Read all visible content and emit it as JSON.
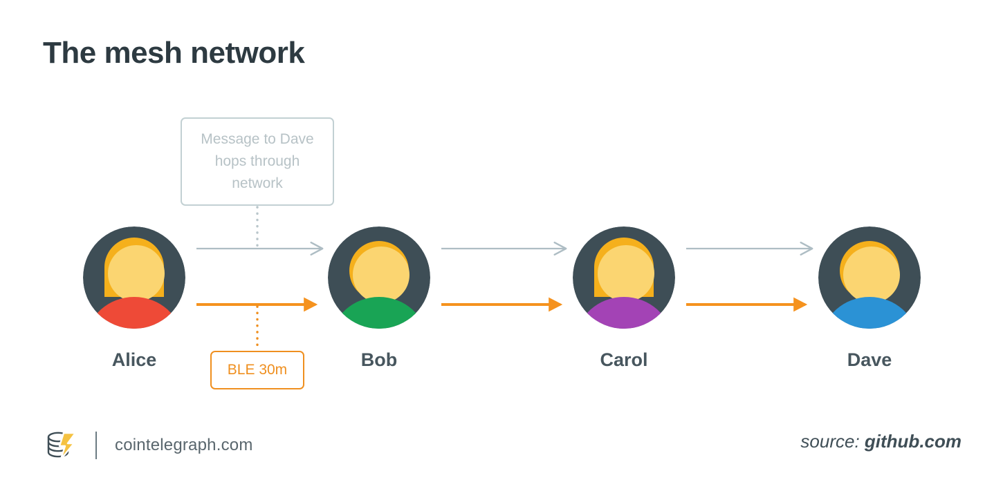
{
  "title": "The mesh network",
  "colors": {
    "title": "#2d3a41",
    "avatar_bg": "#3e4e56",
    "hair": "#f5b01c",
    "face": "#fbd571",
    "gray_arrow": "#aebdc4",
    "orange_arrow": "#f5921e",
    "callout_gray_border": "#c2d0d3",
    "callout_gray_text": "#b7c2c6",
    "callout_orange": "#ef8f1f",
    "label_text": "#47565e",
    "footer_text": "#59666d",
    "logo_bolt": "#f5c242"
  },
  "callouts": {
    "message": "Message to Dave hops through network",
    "ble": "BLE 30m"
  },
  "nodes": [
    {
      "id": "alice",
      "label": "Alice",
      "hair_style": "long",
      "shoulder_color": "#ee4a37"
    },
    {
      "id": "bob",
      "label": "Bob",
      "hair_style": "short",
      "shoulder_color": "#19a455"
    },
    {
      "id": "carol",
      "label": "Carol",
      "hair_style": "long",
      "shoulder_color": "#a343b5"
    },
    {
      "id": "dave",
      "label": "Dave",
      "hair_style": "short",
      "shoulder_color": "#2b92d5"
    }
  ],
  "links": [
    {
      "from": "alice",
      "to": "bob",
      "kind": "message",
      "color": "#aebdc4"
    },
    {
      "from": "bob",
      "to": "carol",
      "kind": "message",
      "color": "#aebdc4"
    },
    {
      "from": "carol",
      "to": "dave",
      "kind": "message",
      "color": "#aebdc4"
    },
    {
      "from": "alice",
      "to": "bob",
      "kind": "ble",
      "color": "#f5921e"
    },
    {
      "from": "bob",
      "to": "carol",
      "kind": "ble",
      "color": "#f5921e"
    },
    {
      "from": "carol",
      "to": "dave",
      "kind": "ble",
      "color": "#f5921e"
    }
  ],
  "footer": {
    "brand": "cointelegraph.com",
    "source_label": "source:",
    "source_value": "github.com",
    "logo_icon": "coin-stack-bolt-icon"
  }
}
